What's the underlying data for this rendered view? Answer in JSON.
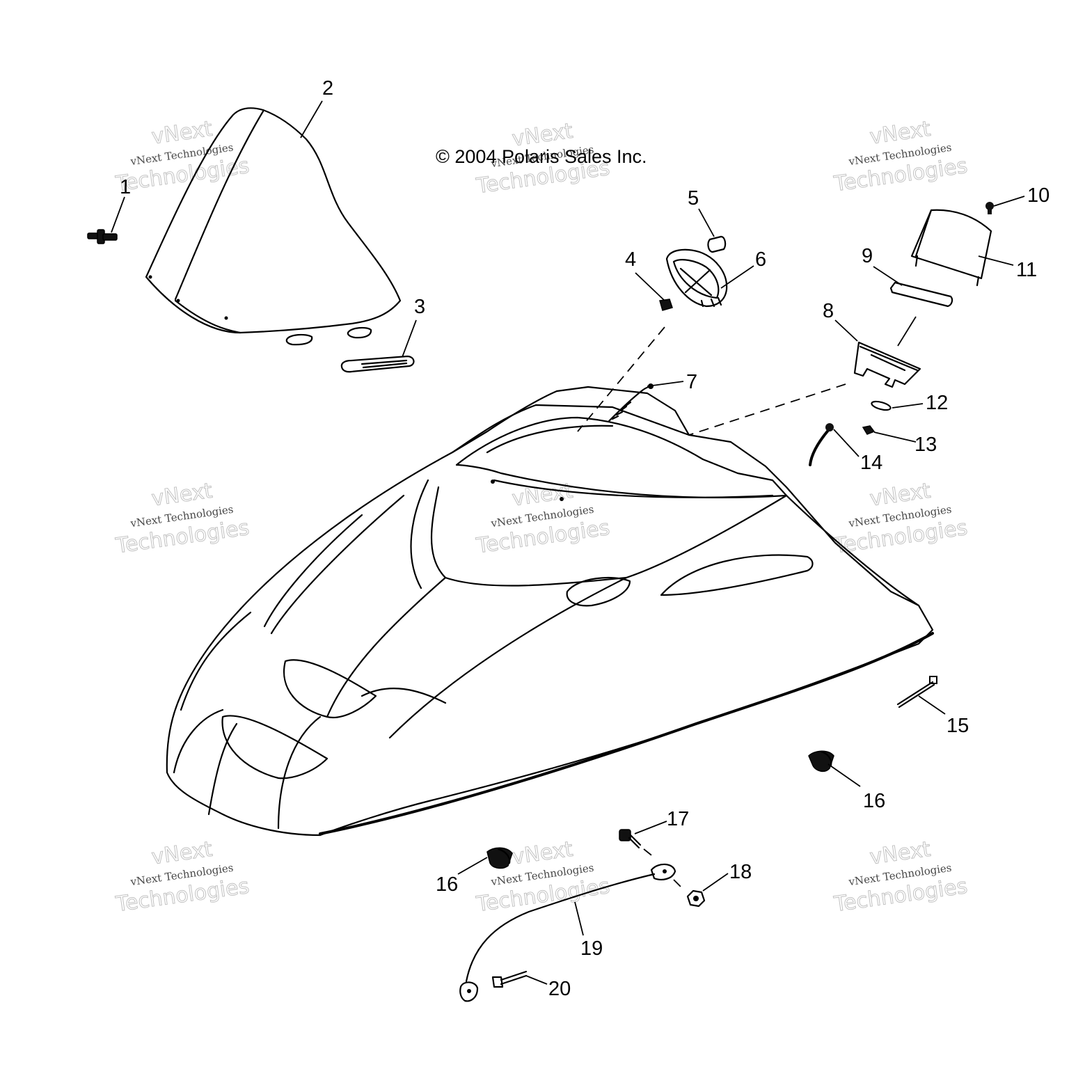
{
  "copyright": "© 2004 Polaris Sales Inc.",
  "watermark": {
    "brand": "vNext",
    "line": "vNext Technologies",
    "big": "Technologies"
  },
  "callouts": [
    "1",
    "2",
    "3",
    "4",
    "5",
    "6",
    "7",
    "8",
    "9",
    "10",
    "11",
    "12",
    "13",
    "14",
    "15",
    "16",
    "16",
    "17",
    "18",
    "19",
    "20"
  ]
}
